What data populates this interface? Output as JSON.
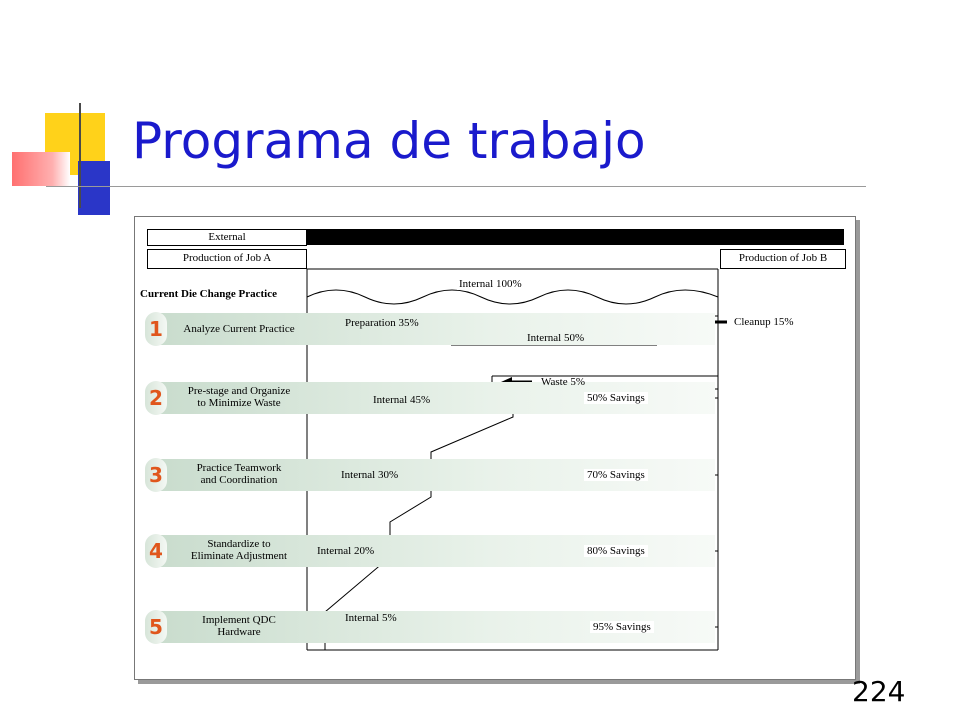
{
  "slide": {
    "title": "Programa de trabajo",
    "page_number": "224"
  },
  "diagram": {
    "external_label": "External",
    "production_a": "Production of Job A",
    "production_b": "Production of Job B",
    "current_practice": "Current Die Change Practice",
    "internal_100": "Internal 100%",
    "steps": [
      {
        "number": "1",
        "line1": "Analyze Current Practice",
        "line2": ""
      },
      {
        "number": "2",
        "line1": "Pre-stage and Organize",
        "line2": "to Minimize Waste"
      },
      {
        "number": "3",
        "line1": "Practice Teamwork",
        "line2": "and Coordination"
      },
      {
        "number": "4",
        "line1": "Standardize to",
        "line2": "Eliminate Adjustment"
      },
      {
        "number": "5",
        "line1": "Implement QDC",
        "line2": "Hardware"
      }
    ],
    "preparation": "Preparation 35%",
    "internal_50": "Internal 50%",
    "cleanup": "Cleanup 15%",
    "waste": "Waste 5%",
    "internal_45": "Internal 45%",
    "internal_30": "Internal 30%",
    "internal_20": "Internal 20%",
    "internal_5": "Internal 5%",
    "savings": [
      "50% Savings",
      "70% Savings",
      "80% Savings",
      "95% Savings"
    ]
  }
}
